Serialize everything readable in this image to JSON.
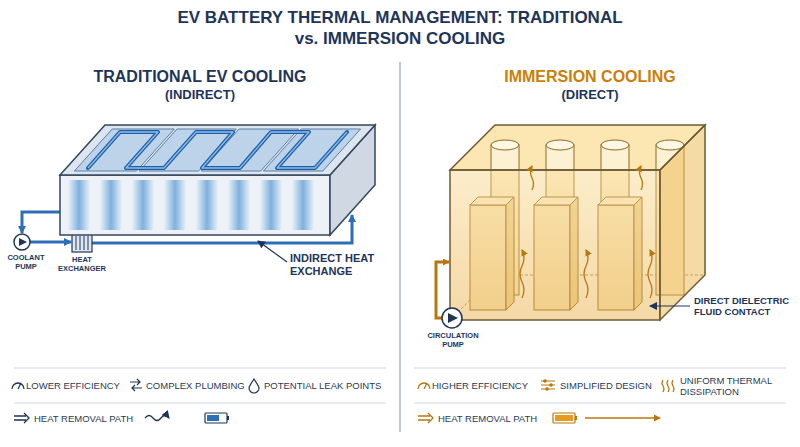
{
  "diagram": {
    "title": "EV BATTERY THERMAL MANAGEMENT: TRADITIONAL vs. IMMERSION COOLING",
    "labels": [
      "TRADITIONAL EV COOLING",
      "(INDIRECT)",
      "IMMERSION COOLING",
      "(DIRECT)",
      "COOLANT PUMP",
      "HEAT EXCHANGER",
      "INDIRECT HEAT EXCHANGE",
      "CIRCULATION PUMP",
      "DIRECT DIELECTRIC FLUID CONTACT",
      "LOWER EFFICIENCY",
      "COMPLEX PLUMBING",
      "POTENTIAL LEAK POINTS",
      "HIGHER EFFICIENCY",
      "SIMPLIFIED DESIGN",
      "UNIFORM THERMAL DISSIPATION"
    ],
    "legend": [
      {
        "text": "HEAT REMOVAL PATH"
      },
      {
        "text": "HEAT REMOVAL PATH"
      }
    ]
  }
}
